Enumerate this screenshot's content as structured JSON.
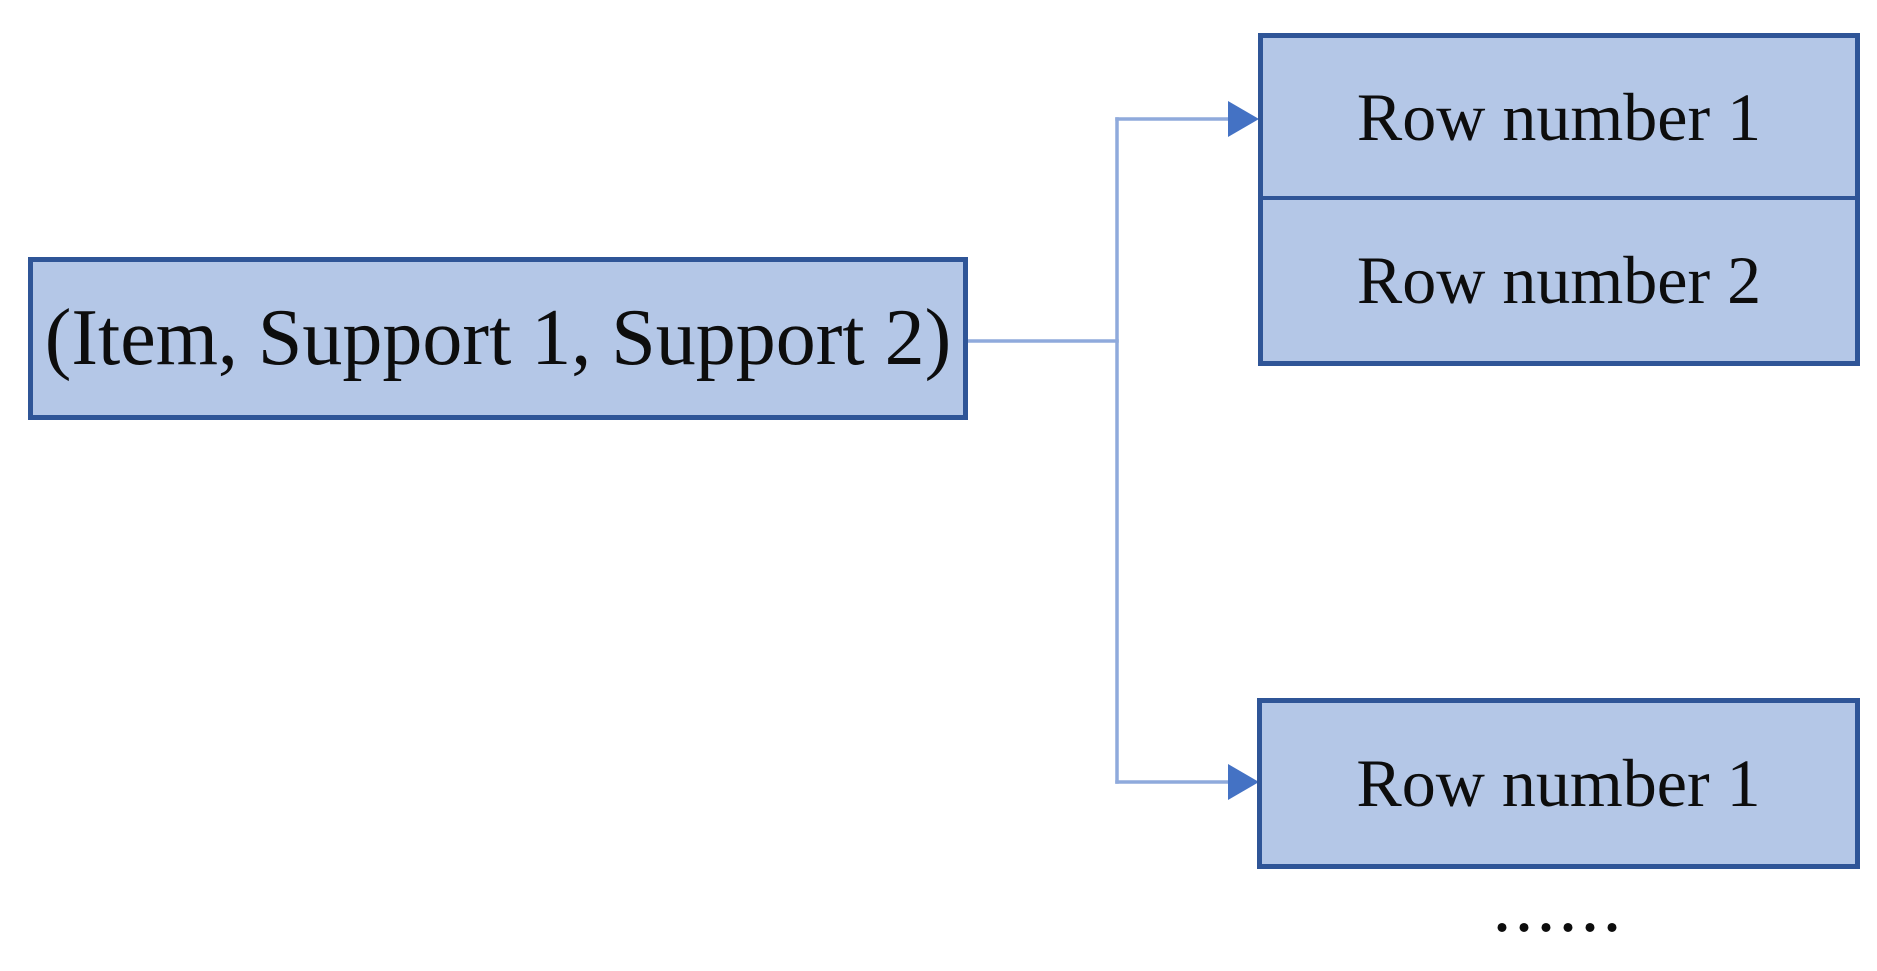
{
  "figure": {
    "colors": {
      "background": "#ffffff",
      "box_fill": "#b4c7e7",
      "box_border": "#2f5597",
      "connector_line": "#8faadc",
      "arrowhead_fill": "#4472c4",
      "text_color": "#0d0d0d"
    },
    "source_box": {
      "label": "(Item, Support 1, Support 2)"
    },
    "row_group_top": {
      "rows": [
        {
          "label": "Row number 1"
        },
        {
          "label": "Row number 2"
        }
      ]
    },
    "row_group_bottom": {
      "rows": [
        {
          "label": "Row number 1"
        }
      ]
    },
    "ellipsis": "......"
  }
}
